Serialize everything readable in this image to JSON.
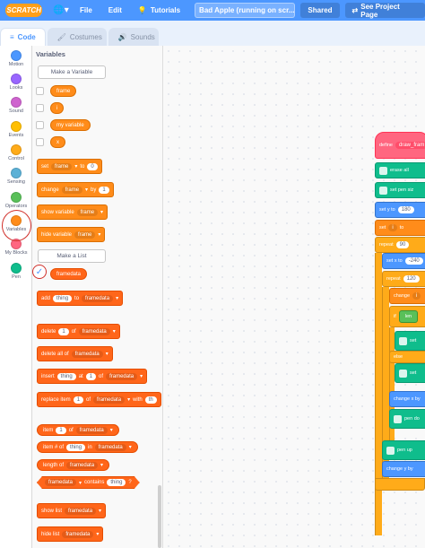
{
  "menubar": {
    "logo": "SCRATCH",
    "file": "File",
    "edit": "Edit",
    "tutorials": "Tutorials",
    "project_title": "Bad Apple (running on scr...",
    "shared": "Shared",
    "see_project": "See Project Page"
  },
  "tabs": {
    "code": "Code",
    "costumes": "Costumes",
    "sounds": "Sounds"
  },
  "categories": [
    {
      "label": "Motion",
      "color": "#4c97ff"
    },
    {
      "label": "Looks",
      "color": "#9966ff"
    },
    {
      "label": "Sound",
      "color": "#cf63cf"
    },
    {
      "label": "Events",
      "color": "#ffbf00"
    },
    {
      "label": "Control",
      "color": "#ffab19"
    },
    {
      "label": "Sensing",
      "color": "#5cb1d6"
    },
    {
      "label": "Operators",
      "color": "#59c059"
    },
    {
      "label": "Variables",
      "color": "#ff8c1a"
    },
    {
      "label": "My Blocks",
      "color": "#ff6680"
    },
    {
      "label": "Pen",
      "color": "#0fbd8c"
    }
  ],
  "palette": {
    "title": "Variables",
    "make_variable": "Make a Variable",
    "variables": [
      "frame",
      "i",
      "my variable",
      "x"
    ],
    "set": {
      "label": "set",
      "var": "frame",
      "to": "to",
      "value": "0"
    },
    "change": {
      "label": "change",
      "var": "frame",
      "by": "by",
      "value": "1"
    },
    "show_var": {
      "label": "show variable",
      "var": "frame"
    },
    "hide_var": {
      "label": "hide variable",
      "var": "frame"
    },
    "make_list": "Make a List",
    "list_name": "framedata",
    "check_mark": "✓",
    "add": {
      "label": "add",
      "item": "thing",
      "to": "to",
      "list": "framedata"
    },
    "delete": {
      "label": "delete",
      "index": "1",
      "of": "of",
      "list": "framedata"
    },
    "delete_all": {
      "label": "delete all of",
      "list": "framedata"
    },
    "insert": {
      "label": "insert",
      "item": "thing",
      "at": "at",
      "index": "1",
      "of": "of",
      "list": "framedata"
    },
    "replace": {
      "label": "replace item",
      "index": "1",
      "of": "of",
      "list": "framedata",
      "with": "with",
      "item": "th"
    },
    "item": {
      "label": "item",
      "index": "1",
      "of": "of",
      "list": "framedata"
    },
    "item_num": {
      "label": "item # of",
      "item": "thing",
      "in": "in",
      "list": "framedata"
    },
    "length": {
      "label": "length of",
      "list": "framedata"
    },
    "contains": {
      "list": "framedata",
      "contains": "contains",
      "item": "thing",
      "q": "?"
    },
    "show_list": {
      "label": "show list",
      "list": "framedata"
    },
    "hide_list": {
      "label": "hide list",
      "list": "framedata"
    }
  },
  "code": {
    "define": "define",
    "define_name": "draw_fram",
    "erase_all": "erase all",
    "set_pen_size": "set pen siz",
    "set_y": "set y to",
    "set_y_val": "180",
    "set_i": "set",
    "set_i_var": "i",
    "set_i_to": "to",
    "repeat1": "repeat",
    "repeat1_val": "90",
    "set_x": "set x to",
    "set_x_val": "-240",
    "repeat2": "repeat",
    "repeat2_val": "120",
    "change_i": "change",
    "change_i_var": "i",
    "if_label": "if",
    "len": "len",
    "set_a": "set",
    "else": "else",
    "set_b": "set",
    "change_x": "change x by",
    "pen_down": "pen do",
    "pen_up": "pen up",
    "change_y": "change y by"
  }
}
